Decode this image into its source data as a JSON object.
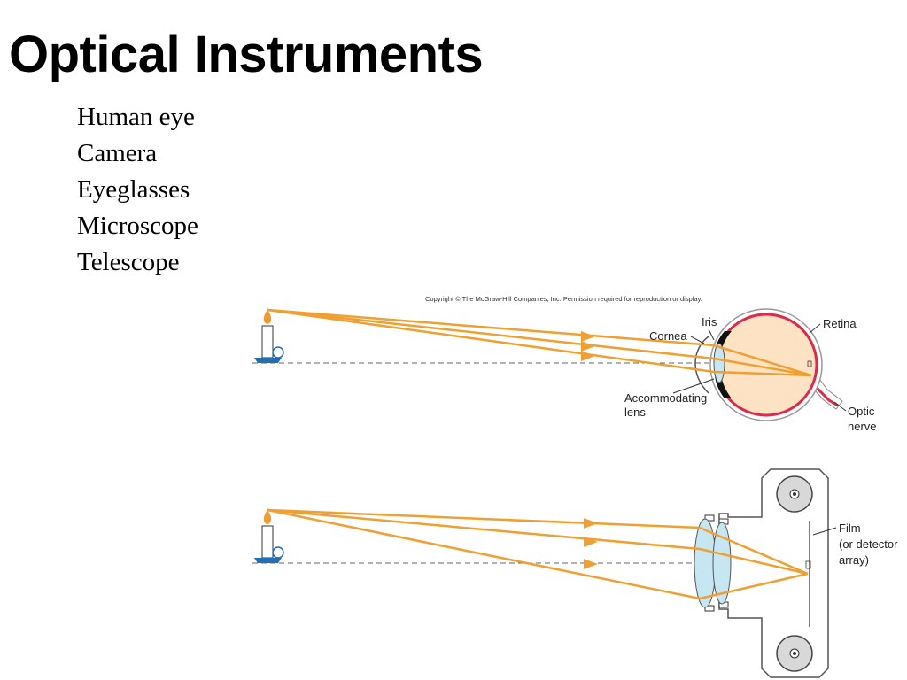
{
  "slide": {
    "title": "Optical Instruments",
    "bullets": [
      "Human eye",
      "Camera",
      "Eyeglasses",
      "Microscope",
      "Telescope"
    ]
  },
  "figure": {
    "copyright": "Copyright © The McGraw-Hill Companies, Inc. Permission required for reproduction or display.",
    "eye_labels": {
      "iris": "Iris",
      "cornea": "Cornea",
      "retina": "Retina",
      "accommodating_lens_line1": "Accommodating",
      "accommodating_lens_line2": "lens",
      "optic_nerve_line1": "Optic",
      "optic_nerve_line2": "nerve"
    },
    "camera_labels": {
      "film_line1": "Film",
      "film_line2": "(or detector",
      "film_line3": "array)"
    }
  },
  "colors": {
    "ray": "#f0a030",
    "eye_fill": "#fde3c4",
    "retina": "#e0284a",
    "iris": "#111111",
    "lens": "#c6e6f2",
    "candle_base": "#1f6fb4",
    "flame": "#f29a2e"
  },
  "icons": [
    "candle-icon"
  ]
}
